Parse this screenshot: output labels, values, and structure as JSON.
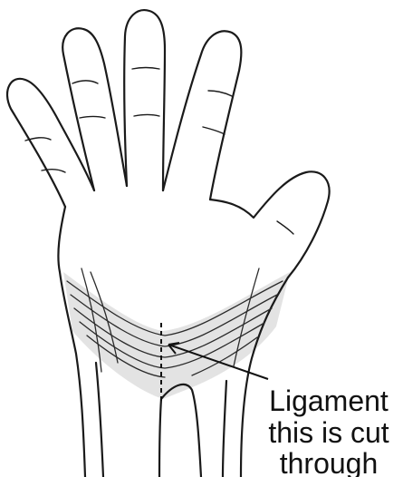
{
  "figure": {
    "label_lines": [
      "Ligament",
      "this is cut",
      "through"
    ]
  }
}
